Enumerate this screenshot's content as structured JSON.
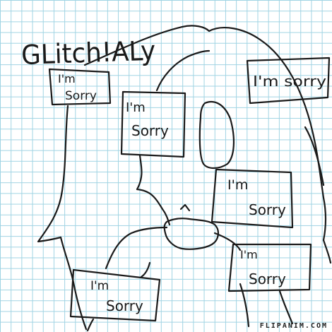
{
  "drawing": {
    "title_text": "GLitch!ALy",
    "notes": [
      {
        "line1": "I'm",
        "line2": "Sorry"
      },
      {
        "line1": "I'm",
        "line2": "Sorry"
      },
      {
        "line1": "I'm sorry",
        "line2": ""
      },
      {
        "line1": "I'm",
        "line2": "Sorry"
      },
      {
        "line1": "I'm",
        "line2": "Sorry"
      },
      {
        "line1": "I'm",
        "line2": "Sorry"
      }
    ],
    "watermark": "FLIPANIM.COM"
  }
}
